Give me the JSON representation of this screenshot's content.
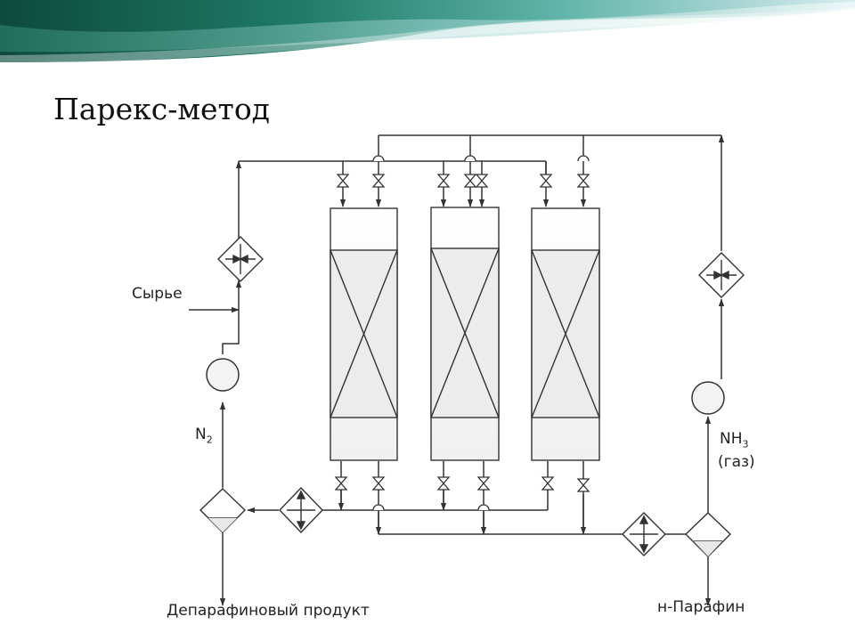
{
  "slide": {
    "title": "Парекс-метод"
  },
  "diagram": {
    "labels": {
      "feed": "Сырье",
      "nitrogen_main": "N",
      "nitrogen_sub": "2",
      "ammonia_main": "NH",
      "ammonia_sub": "3",
      "ammonia_state": "(газ)",
      "dewaxed_product": "Депарафиновый продукт",
      "paraffin_product": "н-Парафин"
    }
  }
}
